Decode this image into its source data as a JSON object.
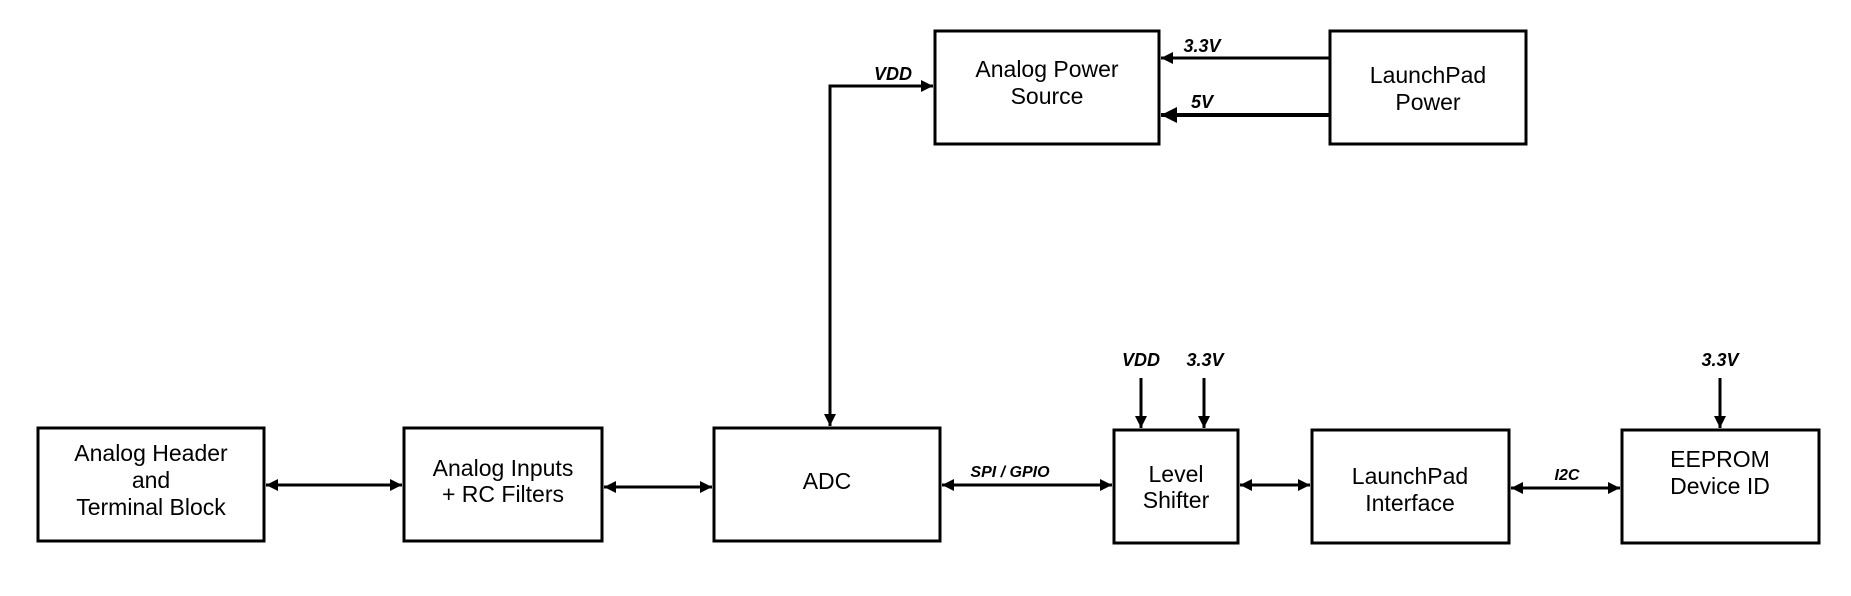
{
  "blocks": {
    "analog_header": {
      "line1": "Analog Header",
      "line2": "and",
      "line3": "Terminal Block"
    },
    "analog_inputs": {
      "line1": "Analog Inputs",
      "line2": "+ RC Filters"
    },
    "adc": {
      "line1": "ADC"
    },
    "level_shifter": {
      "line1": "Level",
      "line2": "Shifter"
    },
    "launchpad_interface": {
      "line1": "LaunchPad",
      "line2": "Interface"
    },
    "eeprom": {
      "line1": "EEPROM",
      "line2": "Device ID"
    },
    "analog_power": {
      "line1": "Analog Power",
      "line2": "Source"
    },
    "launchpad_power": {
      "line1": "LaunchPad",
      "line2": "Power"
    }
  },
  "signals": {
    "vdd_power_out": "VDD",
    "v33_power_in": "3.3V",
    "v5_power_in": "5V",
    "spi_gpio": "SPI / GPIO",
    "level_vdd": "VDD",
    "level_33": "3.3V",
    "i2c": "I2C",
    "eeprom_33": "3.3V"
  }
}
